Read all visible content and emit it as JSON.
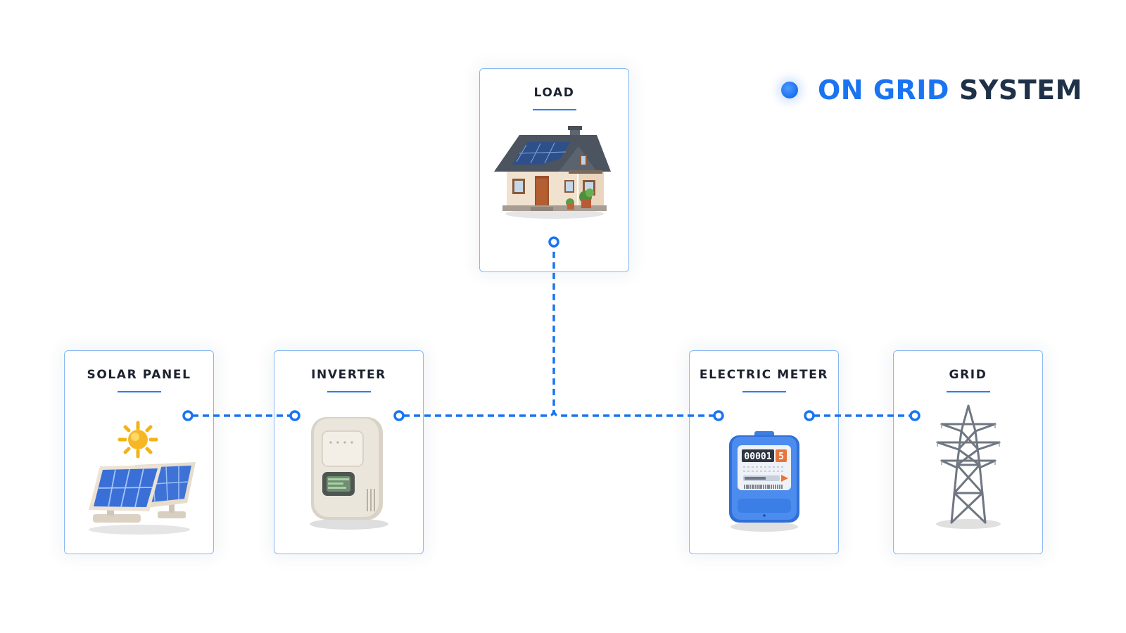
{
  "title": {
    "accent": "ON GRID",
    "rest": "SYSTEM"
  },
  "nodes": [
    {
      "id": "load",
      "label": "LOAD",
      "icon": "house-icon"
    },
    {
      "id": "solar",
      "label": "SOLAR PANEL",
      "icon": "solar-panel-icon"
    },
    {
      "id": "inverter",
      "label": "INVERTER",
      "icon": "inverter-icon"
    },
    {
      "id": "meter",
      "label": "ELECTRIC METER",
      "icon": "electric-meter-icon",
      "reading": "00001",
      "reading_last_digit": "5"
    },
    {
      "id": "grid",
      "label": "GRID",
      "icon": "transmission-tower-icon"
    }
  ],
  "connections": [
    {
      "from": "solar",
      "to": "inverter"
    },
    {
      "from": "inverter",
      "to": "load"
    },
    {
      "from": "inverter",
      "to": "meter"
    },
    {
      "from": "meter",
      "to": "grid"
    }
  ],
  "colors": {
    "accent": "#1a74f2",
    "connector": "#1a74f2",
    "card_border": "#8ab8f2",
    "title_dark": "#1f3148"
  }
}
